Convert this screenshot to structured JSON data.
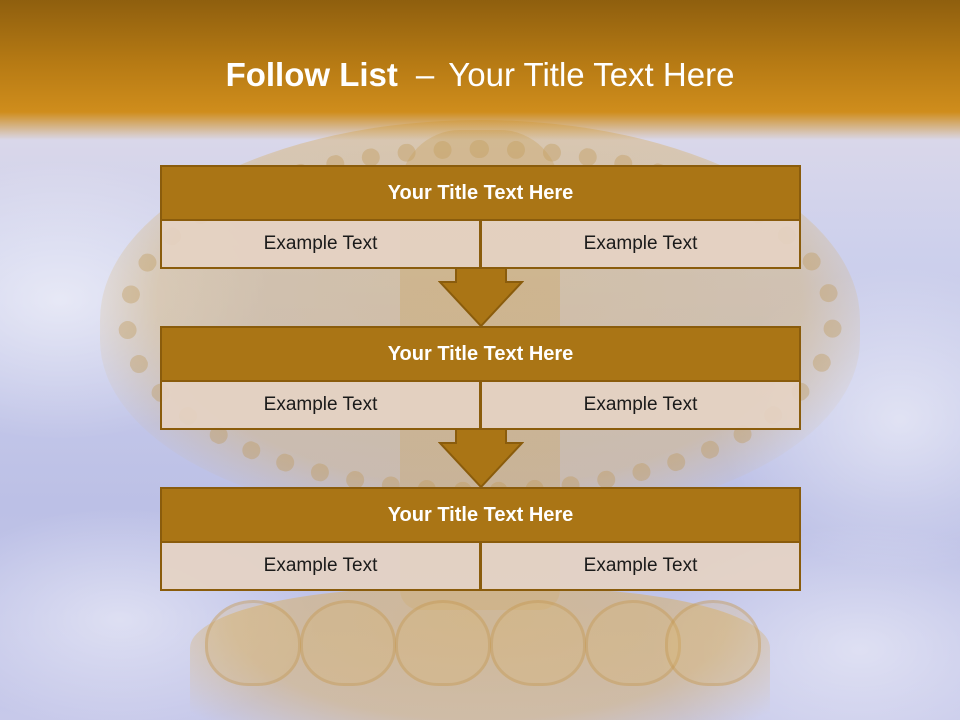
{
  "slide": {
    "title_bold": "Follow List",
    "title_separator": "–",
    "title_rest": "Your Title Text Here"
  },
  "steps": [
    {
      "title": "Your Title Text Here",
      "left_text": "Example Text",
      "right_text": "Example Text"
    },
    {
      "title": "Your Title Text Here",
      "left_text": "Example Text",
      "right_text": "Example Text"
    },
    {
      "title": "Your Title Text Here",
      "left_text": "Example Text",
      "right_text": "Example Text"
    }
  ],
  "colors": {
    "header_band": "#b67a14",
    "block_header_fill": "#aa7515",
    "block_border": "#8a5c0c",
    "cell_fill": "#e5d2c3",
    "arrow_fill": "#aa7515"
  },
  "icons": [
    "down-arrow-icon",
    "down-arrow-icon"
  ]
}
